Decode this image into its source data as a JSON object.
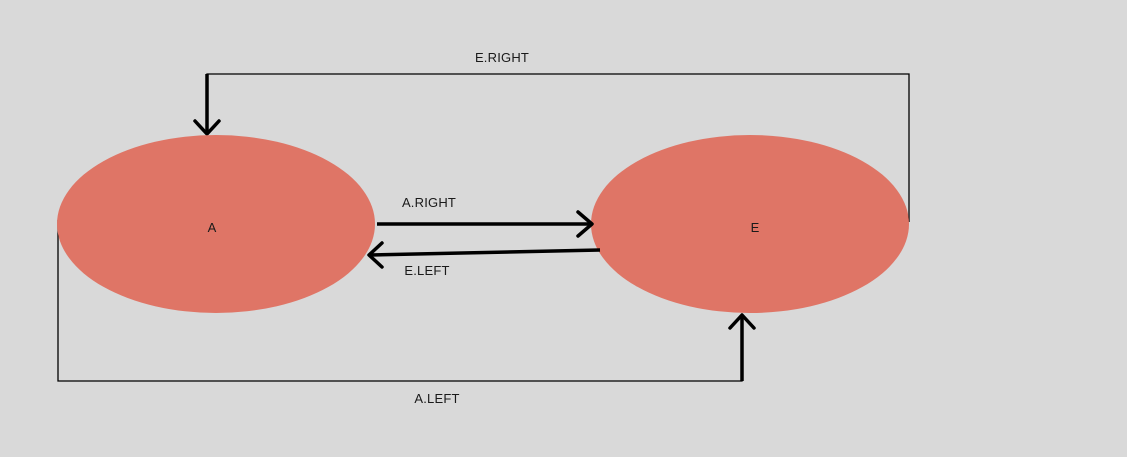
{
  "diagram": {
    "colors": {
      "background": "#d9d9d9",
      "node_fill": "#df7566",
      "line": "#000000"
    },
    "nodes": [
      {
        "id": "A",
        "label": "A"
      },
      {
        "id": "E",
        "label": "E"
      }
    ],
    "edges": [
      {
        "id": "a-right",
        "from": "A",
        "to": "E",
        "label": "A.RIGHT"
      },
      {
        "id": "e-left",
        "from": "E",
        "to": "A",
        "label": "E.LEFT"
      },
      {
        "id": "e-right",
        "from": "E",
        "to": "A",
        "label": "E.RIGHT"
      },
      {
        "id": "a-left",
        "from": "A",
        "to": "E",
        "label": "A.LEFT"
      }
    ]
  }
}
